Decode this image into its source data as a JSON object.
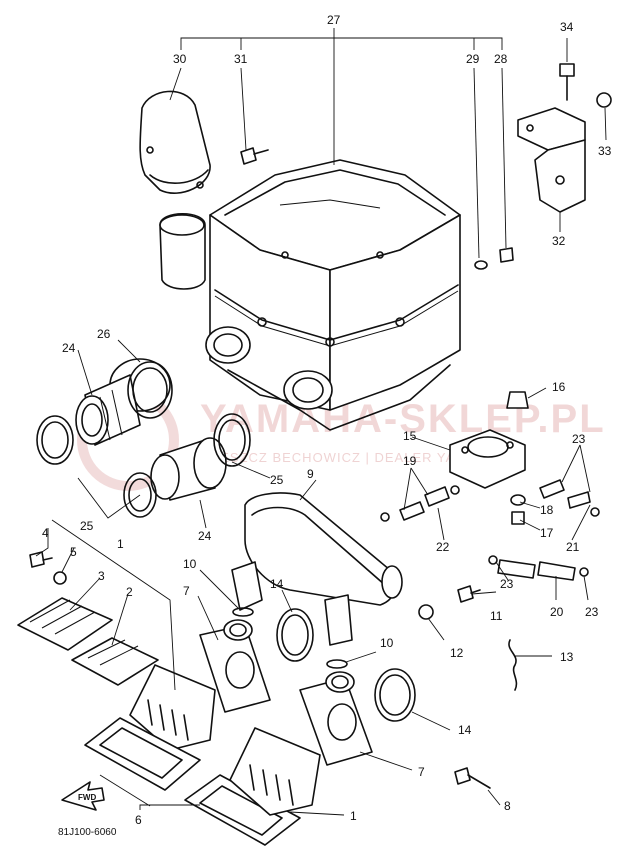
{
  "diagram": {
    "reference_code": "81J100-6060",
    "arrow_label": "FWD",
    "watermark": {
      "site": "YAMAHA-SKLEP.PL",
      "tagline": "LESZCZ BECHOWICZ | DEALER YAMAHA"
    },
    "callouts": [
      {
        "id": "27",
        "label": "27"
      },
      {
        "id": "30",
        "label": "30"
      },
      {
        "id": "31",
        "label": "31"
      },
      {
        "id": "29",
        "label": "29"
      },
      {
        "id": "28",
        "label": "28"
      },
      {
        "id": "34",
        "label": "34"
      },
      {
        "id": "33",
        "label": "33"
      },
      {
        "id": "32",
        "label": "32"
      },
      {
        "id": "26",
        "label": "26"
      },
      {
        "id": "24a",
        "label": "24"
      },
      {
        "id": "16",
        "label": "16"
      },
      {
        "id": "15",
        "label": "15"
      },
      {
        "id": "23a",
        "label": "23"
      },
      {
        "id": "19",
        "label": "19"
      },
      {
        "id": "9",
        "label": "9"
      },
      {
        "id": "25b",
        "label": "25"
      },
      {
        "id": "18",
        "label": "18"
      },
      {
        "id": "17",
        "label": "17"
      },
      {
        "id": "21",
        "label": "21"
      },
      {
        "id": "22",
        "label": "22"
      },
      {
        "id": "25a",
        "label": "25"
      },
      {
        "id": "24b",
        "label": "24"
      },
      {
        "id": "4",
        "label": "4"
      },
      {
        "id": "1a",
        "label": "1"
      },
      {
        "id": "5",
        "label": "5"
      },
      {
        "id": "3",
        "label": "3"
      },
      {
        "id": "2",
        "label": "2"
      },
      {
        "id": "10a",
        "label": "10"
      },
      {
        "id": "7a",
        "label": "7"
      },
      {
        "id": "14a",
        "label": "14"
      },
      {
        "id": "23b",
        "label": "23"
      },
      {
        "id": "11",
        "label": "11"
      },
      {
        "id": "20",
        "label": "20"
      },
      {
        "id": "23c",
        "label": "23"
      },
      {
        "id": "12",
        "label": "12"
      },
      {
        "id": "13",
        "label": "13"
      },
      {
        "id": "10b",
        "label": "10"
      },
      {
        "id": "14b",
        "label": "14"
      },
      {
        "id": "7b",
        "label": "7"
      },
      {
        "id": "6",
        "label": "6"
      },
      {
        "id": "8",
        "label": "8"
      },
      {
        "id": "1b",
        "label": "1"
      }
    ]
  }
}
